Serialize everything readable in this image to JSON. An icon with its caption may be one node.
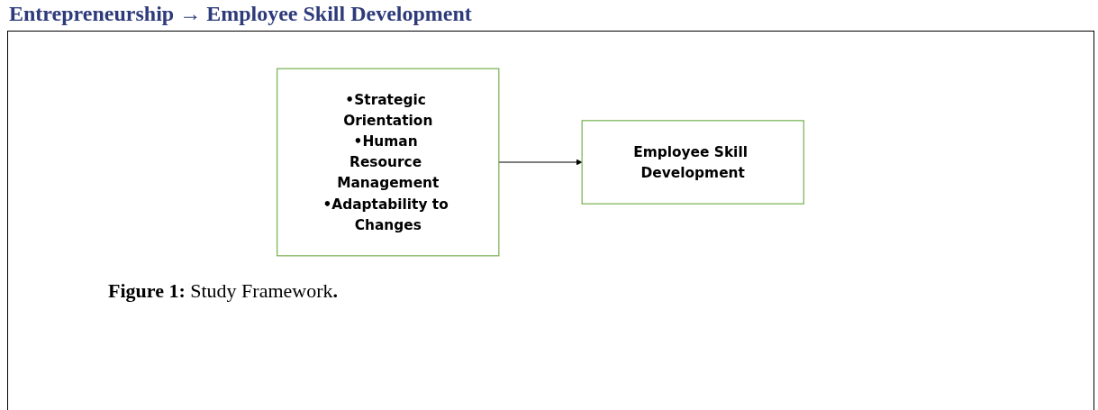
{
  "diagram": {
    "title": "Entrepreneurship → Employee Skill Development",
    "nodes": [
      {
        "text": [
          "•Strategic Orientation",
          "•Human Resource Management",
          "•Adaptability to Changes"
        ]
      },
      {
        "text": [
          "Employee Skill Development"
        ]
      }
    ],
    "edges": [
      {
        "from": 0,
        "to": 1,
        "arrow": "to"
      }
    ],
    "caption": "**Figure 1:** Study Framework**.**"
  }
}
